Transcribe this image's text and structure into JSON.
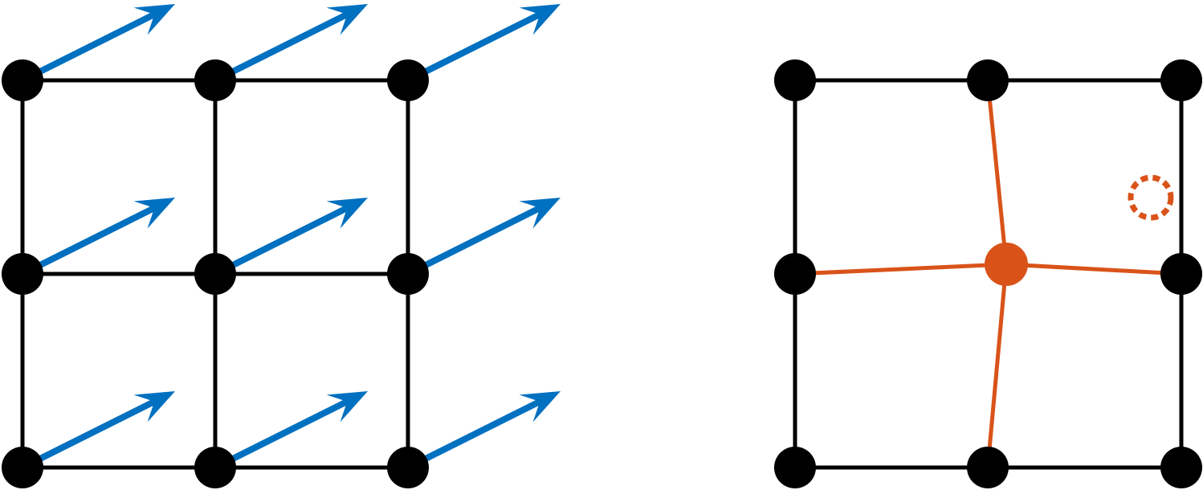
{
  "colors": {
    "node": "#000000",
    "edge": "#000000",
    "vector": "#0070C0",
    "highlight": "#D95319",
    "background": "#FFFFFF"
  },
  "left_panel": {
    "grid_rows": 3,
    "grid_cols": 3,
    "node_icon": "filled-circle",
    "vector_icon": "arrow"
  },
  "right_panel": {
    "grid_rows": 3,
    "grid_cols": 3,
    "node_icon": "filled-circle",
    "moved_node_icon": "filled-circle-orange",
    "original_position_icon": "dashed-circle-orange"
  }
}
